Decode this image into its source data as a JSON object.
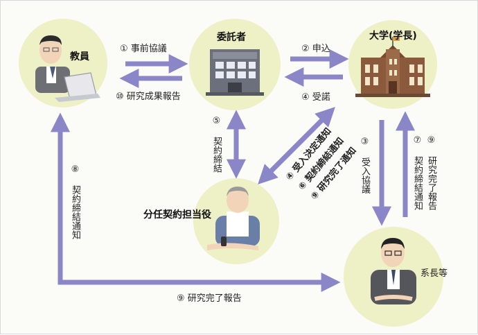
{
  "nodes": {
    "teacher": "教員",
    "commissioner": "委託者",
    "university": "大学(学長)",
    "contract_officer": "分任契約担当役",
    "chief": "系長等"
  },
  "steps": {
    "s1": "① 事前協議",
    "s10": "⑩ 研究成果報告",
    "s2": "② 申込",
    "s4": "④ 受諾",
    "s5": "⑤ 契約締結",
    "s3": "③ 受入協議",
    "s7": "⑦ 契約締結通知",
    "s9_right": "⑨ 研究完了報告",
    "s8": "⑧ 契約締結通知",
    "s9_bottom": "⑨ 研究完了報告",
    "diag_1": "④ 受入決定通知",
    "diag_2": "⑥ 契約締結通知",
    "diag_3": "⑨ 研究完了通知"
  },
  "colors": {
    "arrow": "#8a86c8",
    "circle": "#eef0c6",
    "text": "#222222"
  }
}
